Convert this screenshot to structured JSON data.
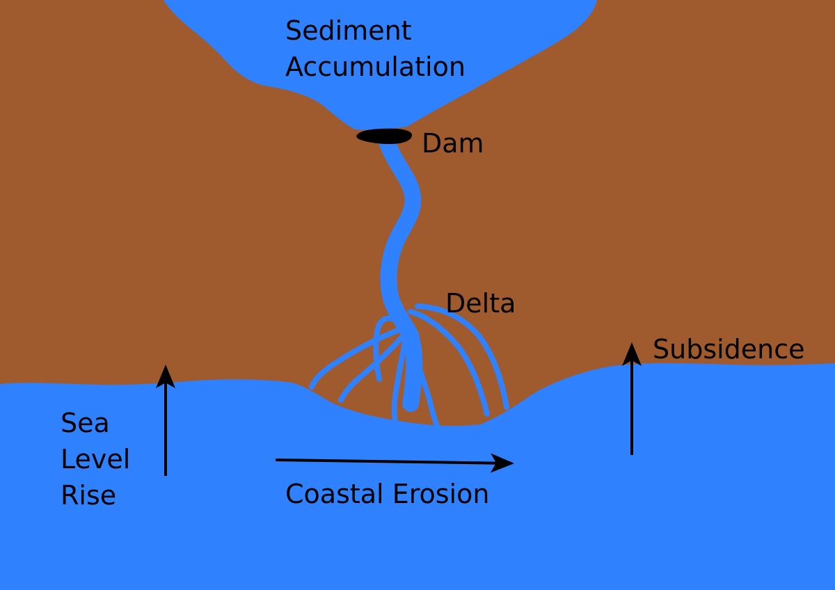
{
  "colors": {
    "land": "#9f5a2e",
    "water": "#2f81fe",
    "ink": "#000000"
  },
  "labels": {
    "sediment_line1": "Sediment",
    "sediment_line2": "Accumulation",
    "dam": "Dam",
    "delta": "Delta",
    "subsidence": "Subsidence",
    "sea_line1": "Sea",
    "sea_line2": "Level",
    "sea_line3": "Rise",
    "coastal_erosion": "Coastal Erosion"
  },
  "icons": {
    "sea_level_arrow": "arrow-up-icon",
    "subsidence_arrow": "arrow-up-icon",
    "erosion_arrow": "arrow-right-icon",
    "dam_shape": "dam-icon"
  }
}
